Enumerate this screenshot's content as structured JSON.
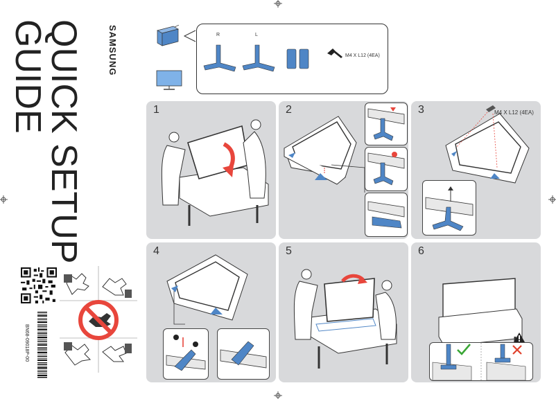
{
  "guide": {
    "title_line1": "QUICK SETUP",
    "title_line2": "GUIDE",
    "brand": "SAMSUNG",
    "part_number": "BN68-09018P-00"
  },
  "parts": {
    "stand_right_label": "R",
    "stand_left_label": "L",
    "screw_label": "M4 X L12 (4EA)"
  },
  "steps": [
    {
      "number": "1"
    },
    {
      "number": "2"
    },
    {
      "number": "3",
      "screw_label": "M4 X L12 (4EA)"
    },
    {
      "number": "4"
    },
    {
      "number": "5"
    },
    {
      "number": "6"
    }
  ],
  "colors": {
    "panel": "#d8d9db",
    "stand_blue": "#4f86c6",
    "accent_red": "#e8463c",
    "check_green": "#3aa635",
    "cross_red": "#e0412c"
  },
  "icons": [
    "tv-box-icon",
    "tv-icon",
    "screw-icon",
    "qr-code-icon",
    "barcode-icon",
    "no-touch-icon",
    "warning-icon",
    "check-icon",
    "cross-icon"
  ]
}
